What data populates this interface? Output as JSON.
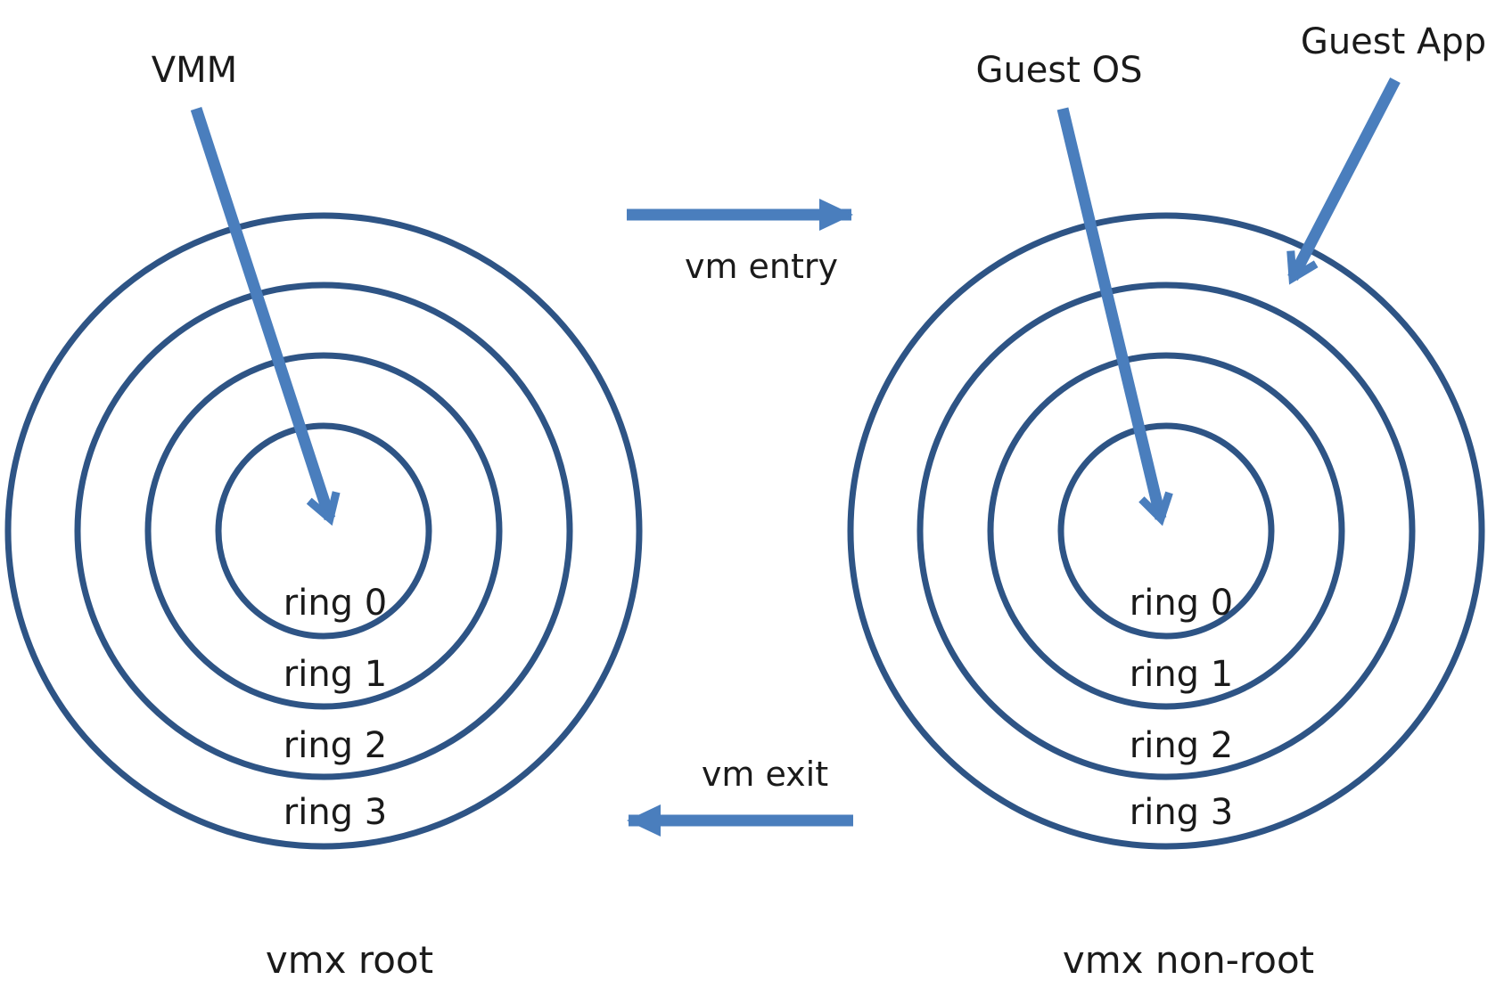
{
  "colors": {
    "ring_stroke": "#2e5485",
    "arrow": "#4a7ebd",
    "text": "#1a1a1a"
  },
  "left": {
    "actor": "VMM",
    "mode": "vmx root",
    "rings": [
      "ring 0",
      "ring 1",
      "ring 2",
      "ring 3"
    ]
  },
  "right": {
    "actor_os": "Guest OS",
    "actor_app": "Guest App",
    "mode": "vmx non-root",
    "rings": [
      "ring 0",
      "ring 1",
      "ring 2",
      "ring 3"
    ]
  },
  "transitions": {
    "entry": "vm entry",
    "exit": "vm exit"
  }
}
